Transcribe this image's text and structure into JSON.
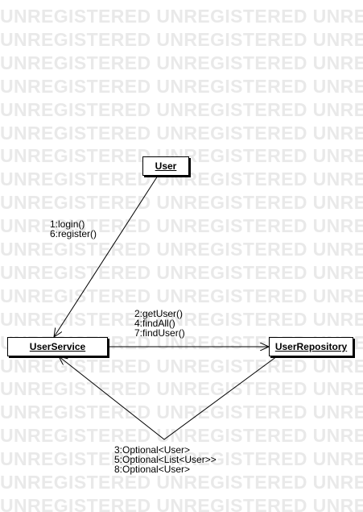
{
  "watermark_text": "UNREGISTERED UNREGISTERED UNREGISTERED",
  "nodes": {
    "user": "User",
    "user_service": "UserService",
    "user_repository": "UserRepository"
  },
  "messages": {
    "user_to_service": [
      "1:login()",
      "6:register()"
    ],
    "service_to_repository": [
      "2:getUser()",
      "4:findAll()",
      "7:findUser()"
    ],
    "repository_to_service": [
      "3:Optional<User>",
      "5:Optional<List<User>>",
      "8:Optional<User>"
    ]
  },
  "colors": {
    "line": "#000000",
    "watermark": "#e9e9e9",
    "background": "#ffffff"
  }
}
